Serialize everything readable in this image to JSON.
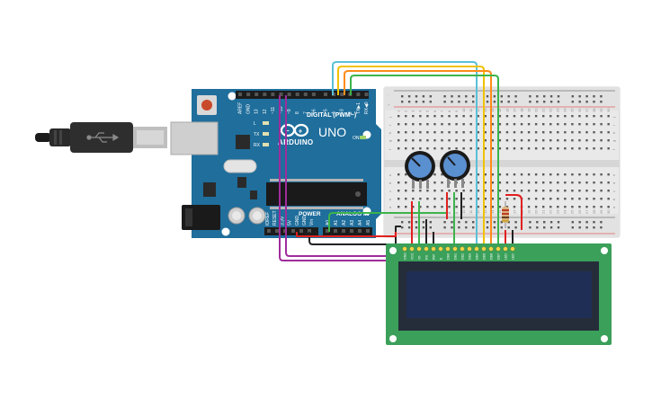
{
  "arduino": {
    "brand": "ARDUINO",
    "model": "UNO",
    "digital_header": "DIGITAL (PWM~)",
    "power_header": "POWER",
    "analog_header": "ANALOG IN",
    "on_label": "ON",
    "led_labels": [
      "L",
      "TX",
      "RX"
    ],
    "digital_pins": [
      "AREF",
      "GND",
      "13",
      "12",
      "~11",
      "~10",
      "~9",
      "8",
      "7",
      "~6",
      "~5",
      "4",
      "~3",
      "2",
      "TX▶1",
      "RX◀0"
    ],
    "power_pins": [
      "IOREF",
      "RESET",
      "3.3V",
      "5V",
      "GND",
      "GND",
      "Vin"
    ],
    "analog_pins": [
      "A0",
      "A1",
      "A2",
      "A3",
      "A4",
      "A5"
    ]
  },
  "breadboard": {
    "row_letters_top": [
      "j",
      "i",
      "h",
      "g",
      "f"
    ],
    "row_letters_bottom": [
      "e",
      "d",
      "c",
      "b",
      "a"
    ],
    "rail_signs": [
      "-",
      "+"
    ]
  },
  "lcd": {
    "pin_labels": [
      "GND",
      "VCC",
      "V0",
      "RS",
      "RW",
      "E",
      "DB0",
      "DB1",
      "DB2",
      "DB3",
      "DB4",
      "DB5",
      "DB6",
      "DB7",
      "LED",
      "LED"
    ]
  },
  "colors": {
    "board": "#1f6e9c",
    "breadboard": "#e9e9e9",
    "lcd_pcb": "#3aa05a",
    "lcd_screen": "#1f2e55",
    "pot": "#5a8fd0",
    "wire_cyan": "#5bc0d8",
    "wire_yellow": "#f2c200",
    "wire_orange": "#ff8c1a",
    "wire_green": "#3cb44b",
    "wire_red": "#e02020",
    "wire_black": "#222222",
    "wire_purple": "#a02c9c"
  }
}
